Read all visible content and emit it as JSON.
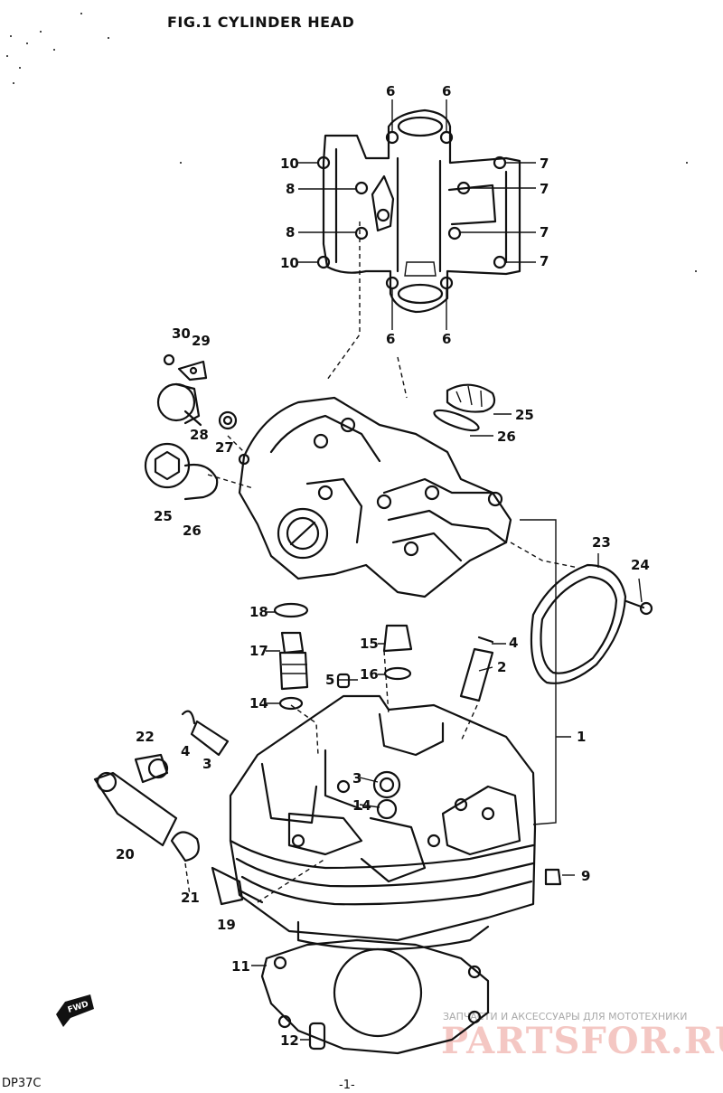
{
  "figure": {
    "title": "FIG.1 CYLINDER HEAD",
    "page_number": "-1-",
    "corner_code": "DP37C",
    "front_marker": "FWD"
  },
  "watermark": {
    "caption": "ЗАПЧАСТИ И АКСЕССУАРЫ ДЛЯ МОТОТЕХНИКИ",
    "brand": "PARTSFOR.RU"
  },
  "callouts": {
    "c1": "1",
    "c2": "2",
    "c3a": "3",
    "c3b": "3",
    "c4a": "4",
    "c4b": "4",
    "c5": "5",
    "c6a": "6",
    "c6b": "6",
    "c6c": "6",
    "c6d": "6",
    "c7a": "7",
    "c7b": "7",
    "c7c": "7",
    "c7d": "7",
    "c8a": "8",
    "c8b": "8",
    "c9": "9",
    "c10a": "10",
    "c10b": "10",
    "c11": "11",
    "c12": "12",
    "c14a": "14",
    "c14b": "14",
    "c15": "15",
    "c16": "16",
    "c17": "17",
    "c18": "18",
    "c19": "19",
    "c20": "20",
    "c21": "21",
    "c22": "22",
    "c23": "23",
    "c24": "24",
    "c25a": "25",
    "c25b": "25",
    "c26a": "26",
    "c26b": "26",
    "c27": "27",
    "c28": "28",
    "c29": "29",
    "c30": "30"
  }
}
